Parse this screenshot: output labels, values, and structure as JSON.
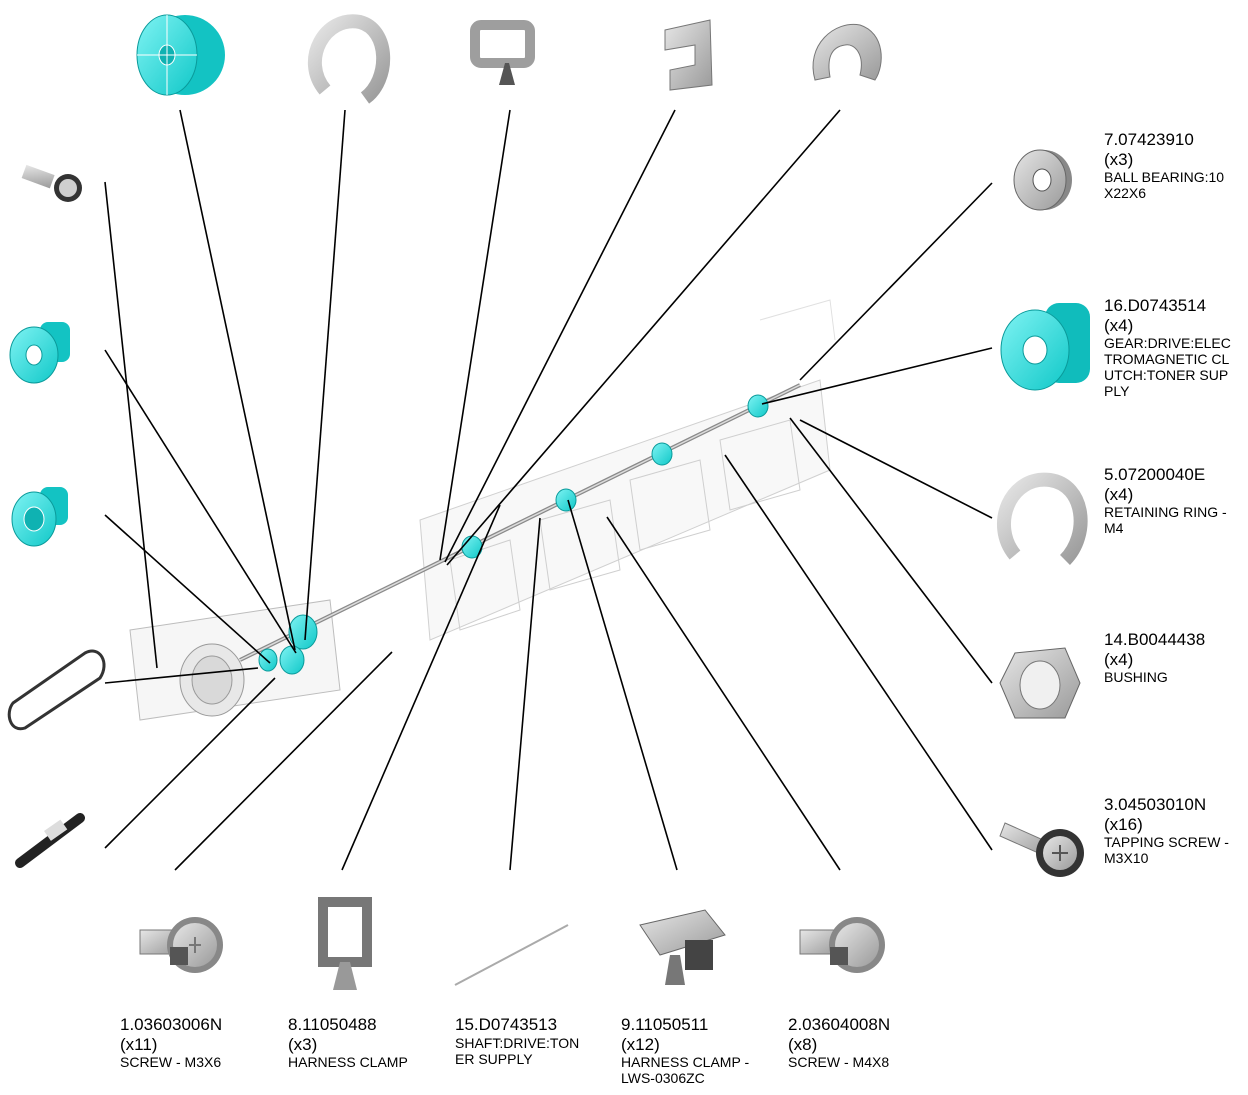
{
  "colors": {
    "accent": "#16d8d8",
    "part_gray": "#b9b9b9",
    "part_dark": "#555555",
    "leader": "#000000"
  },
  "parts": [
    {
      "number": "7.07423910",
      "qty": "(x3)",
      "desc": "BALL BEARING:10\nX22X6",
      "icon": "ball-bearing-icon"
    },
    {
      "number": "16.D0743514",
      "qty": "(x4)",
      "desc": "GEAR:DRIVE:ELEC\nTROMAGNETIC CL\nUTCH:TONER SUP\nPLY",
      "icon": "clutch-gear-icon"
    },
    {
      "number": "5.07200040E",
      "qty": "(x4)",
      "desc": "RETAINING RING -\nM4",
      "icon": "retaining-ring-icon"
    },
    {
      "number": "14.B0044438",
      "qty": "(x4)",
      "desc": "BUSHING",
      "icon": "bushing-icon"
    },
    {
      "number": "3.04503010N",
      "qty": "(x16)",
      "desc": "TAPPING SCREW -\n M3X10",
      "icon": "tapping-screw-icon"
    },
    {
      "number": "1.03603006N",
      "qty": "(x11)",
      "desc": "SCREW - M3X6",
      "icon": "screw-m3x6-icon"
    },
    {
      "number": "8.11050488",
      "qty": "(x3)",
      "desc": "HARNESS CLAMP",
      "icon": "harness-clamp-icon"
    },
    {
      "number": "15.D0743513",
      "qty": "",
      "desc": "SHAFT:DRIVE:TON\nER SUPPLY",
      "icon": "drive-shaft-icon"
    },
    {
      "number": "9.11050511",
      "qty": "(x12)",
      "desc": "HARNESS CLAMP -\n LWS-0306ZC",
      "icon": "harness-clamp-lws-icon"
    },
    {
      "number": "2.03604008N",
      "qty": "(x8)",
      "desc": "SCREW - M4X8",
      "icon": "screw-m4x8-icon"
    }
  ]
}
